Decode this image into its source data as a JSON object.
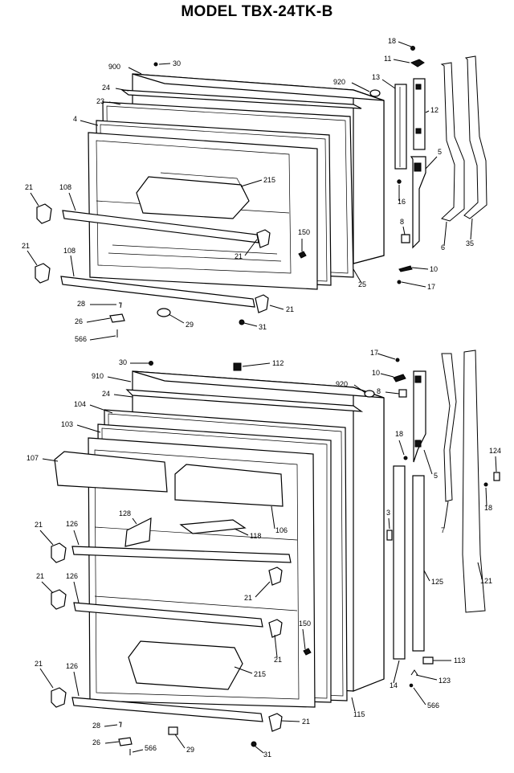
{
  "title": "MODEL TBX-24TK-B",
  "labels": [
    {
      "id": "l18a",
      "text": "18"
    },
    {
      "id": "l900",
      "text": "900"
    },
    {
      "id": "l30a",
      "text": "30"
    },
    {
      "id": "l11",
      "text": "11"
    },
    {
      "id": "l920a",
      "text": "920"
    },
    {
      "id": "l13",
      "text": "13"
    },
    {
      "id": "l24a",
      "text": "24"
    },
    {
      "id": "l12",
      "text": "12"
    },
    {
      "id": "l23",
      "text": "23"
    },
    {
      "id": "l4",
      "text": "4"
    },
    {
      "id": "l5a",
      "text": "5"
    },
    {
      "id": "l215a",
      "text": "215"
    },
    {
      "id": "l21a",
      "text": "21"
    },
    {
      "id": "l108a",
      "text": "108"
    },
    {
      "id": "l16",
      "text": "16"
    },
    {
      "id": "l8a",
      "text": "8"
    },
    {
      "id": "l6",
      "text": "6"
    },
    {
      "id": "l35",
      "text": "35"
    },
    {
      "id": "l150a",
      "text": "150"
    },
    {
      "id": "l21b",
      "text": "21"
    },
    {
      "id": "l21c",
      "text": "21"
    },
    {
      "id": "l108b",
      "text": "108"
    },
    {
      "id": "l25",
      "text": "25"
    },
    {
      "id": "l10a",
      "text": "10"
    },
    {
      "id": "l17a",
      "text": "17"
    },
    {
      "id": "l28a",
      "text": "28"
    },
    {
      "id": "l21d",
      "text": "21"
    },
    {
      "id": "l26a",
      "text": "26"
    },
    {
      "id": "l29a",
      "text": "29"
    },
    {
      "id": "l31a",
      "text": "31"
    },
    {
      "id": "l566a",
      "text": "566"
    },
    {
      "id": "l30b",
      "text": "30"
    },
    {
      "id": "l112",
      "text": "112"
    },
    {
      "id": "l17b",
      "text": "17"
    },
    {
      "id": "l910",
      "text": "910"
    },
    {
      "id": "l920b",
      "text": "920"
    },
    {
      "id": "l10b",
      "text": "10"
    },
    {
      "id": "l24b",
      "text": "24"
    },
    {
      "id": "l8b",
      "text": "8"
    },
    {
      "id": "l104",
      "text": "104"
    },
    {
      "id": "l103",
      "text": "103"
    },
    {
      "id": "l18b",
      "text": "18"
    },
    {
      "id": "l107",
      "text": "107"
    },
    {
      "id": "l5b",
      "text": "5"
    },
    {
      "id": "l124",
      "text": "124"
    },
    {
      "id": "l3",
      "text": "3"
    },
    {
      "id": "l18c",
      "text": "18"
    },
    {
      "id": "l128",
      "text": "128"
    },
    {
      "id": "l7",
      "text": "7"
    },
    {
      "id": "l21e",
      "text": "21"
    },
    {
      "id": "l126a",
      "text": "126"
    },
    {
      "id": "l118",
      "text": "118"
    },
    {
      "id": "l106",
      "text": "106"
    },
    {
      "id": "l21f",
      "text": "21"
    },
    {
      "id": "l126b",
      "text": "126"
    },
    {
      "id": "l21g",
      "text": "21"
    },
    {
      "id": "l125",
      "text": "125"
    },
    {
      "id": "l121",
      "text": "121"
    },
    {
      "id": "l150b",
      "text": "150"
    },
    {
      "id": "l21h",
      "text": "21"
    },
    {
      "id": "l113",
      "text": "113"
    },
    {
      "id": "l21i",
      "text": "21"
    },
    {
      "id": "l126c",
      "text": "126"
    },
    {
      "id": "l215b",
      "text": "215"
    },
    {
      "id": "l123",
      "text": "123"
    },
    {
      "id": "l14",
      "text": "14"
    },
    {
      "id": "l566b",
      "text": "566"
    },
    {
      "id": "l115",
      "text": "115"
    },
    {
      "id": "l28b",
      "text": "28"
    },
    {
      "id": "l21j",
      "text": "21"
    },
    {
      "id": "l26b",
      "text": "26"
    },
    {
      "id": "l566c",
      "text": "566"
    },
    {
      "id": "l29b",
      "text": "29"
    },
    {
      "id": "l31b",
      "text": "31"
    }
  ]
}
